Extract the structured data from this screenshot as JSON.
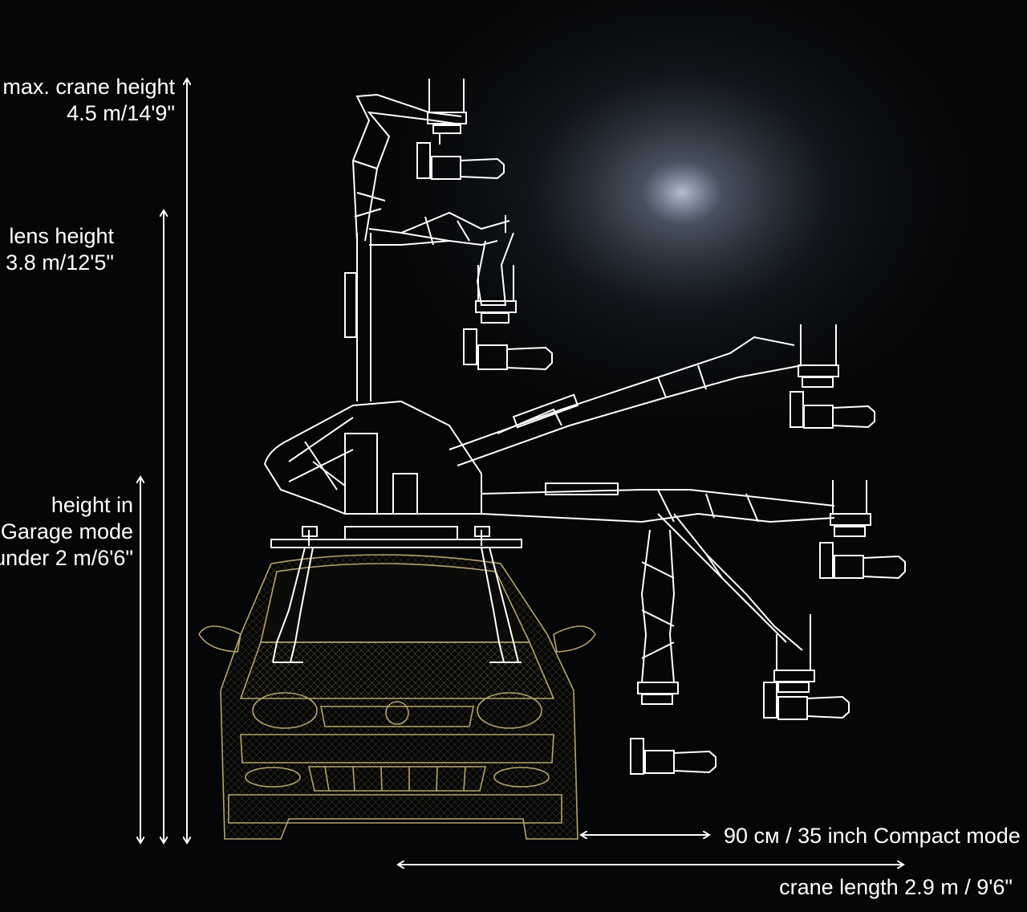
{
  "diagram": {
    "background_color": "#050607",
    "line_color": "#ffffff",
    "car_wireframe_color": "#b5a46a",
    "labels": {
      "max_crane_height": {
        "line1": "max. crane height",
        "line2": "4.5 m/14'9\""
      },
      "lens_height": {
        "line1": "lens height",
        "line2": "3.8 m/12'5\""
      },
      "garage_mode": {
        "line1": "height in",
        "line2": "Garage mode",
        "line3": "under 2 m/6'6\""
      },
      "compact_mode": "90 см / 35 inch Compact mode",
      "crane_length": "crane length 2.9 m / 9'6\""
    }
  }
}
